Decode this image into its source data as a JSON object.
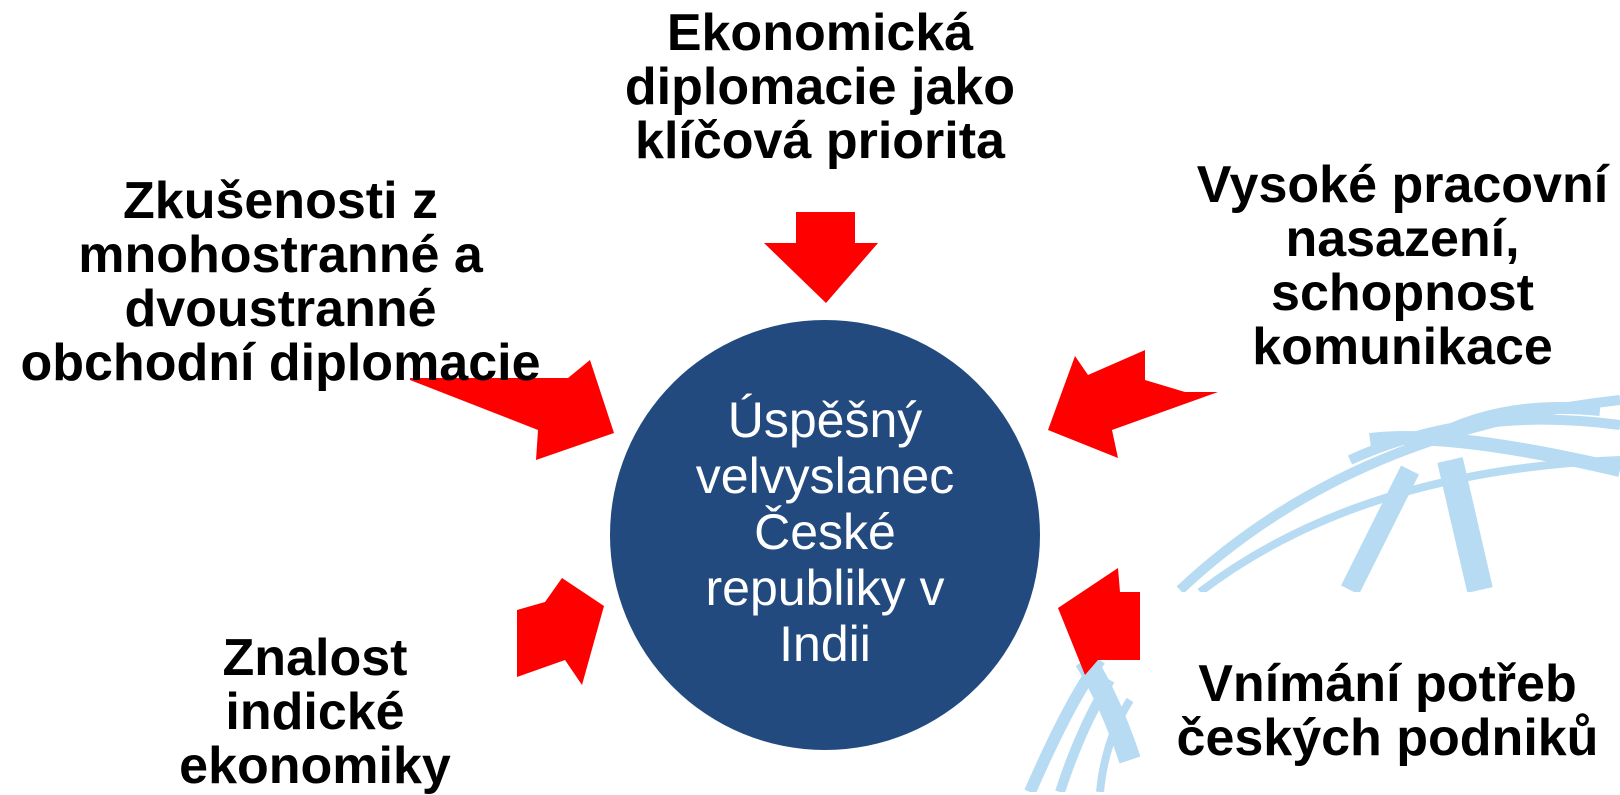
{
  "colors": {
    "center_fill": "#234a7e",
    "center_text": "#ffffff",
    "arrow": "#ff0000",
    "globe_decor": "#b7dbf2",
    "factor_text": "#000000"
  },
  "center": {
    "lines": [
      "Úspěšný",
      "velvyslanec",
      "České",
      "republiky v",
      "Indii"
    ]
  },
  "factors": {
    "top": {
      "lines": [
        "Ekonomická",
        "diplomacie jako",
        "klíčová priorita"
      ]
    },
    "top_left": {
      "lines": [
        "Zkušenosti z",
        "mnohostranné a",
        "dvoustranné",
        "obchodní diplomacie"
      ]
    },
    "top_right": {
      "lines": [
        "Vysoké pracovní",
        "nasazení,",
        "schopnost",
        "komunikace"
      ]
    },
    "bottom_left": {
      "lines": [
        "Znalost",
        "indické",
        "ekonomiky"
      ]
    },
    "bottom_right": {
      "lines": [
        "Vnímání potřeb",
        "českých podniků"
      ]
    }
  }
}
